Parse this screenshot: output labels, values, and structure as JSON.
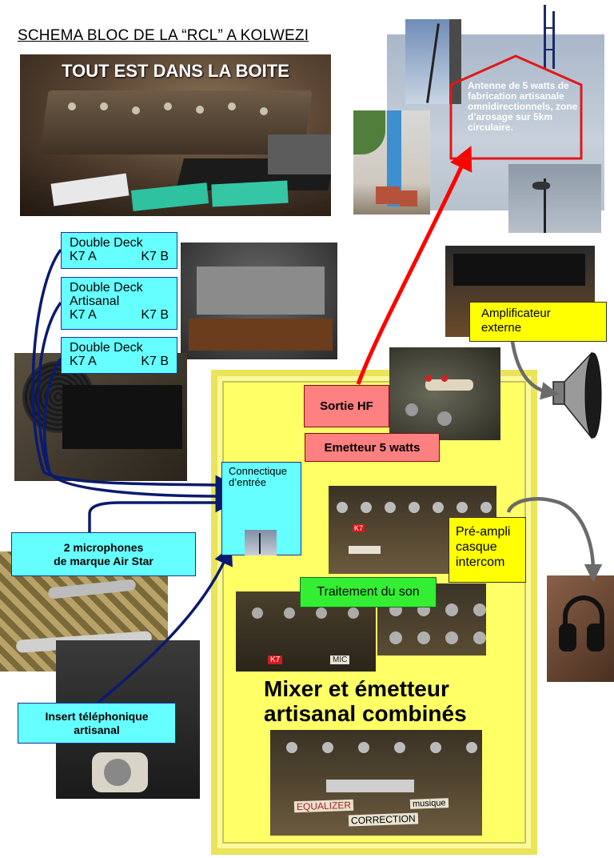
{
  "title": "SCHEMA BLOC DE LA “RCL” A KOLWEZI",
  "box_photo_caption": "TOUT EST DANS LA BOITE",
  "decks": [
    {
      "title": "Double Deck",
      "a": "K7 A",
      "b": "K7 B"
    },
    {
      "title": "Double Deck\nArtisanal",
      "a": "K7 A",
      "b": "K7 B"
    },
    {
      "title": "Double Deck",
      "a": "K7 A",
      "b": "K7 B"
    }
  ],
  "antenna_note": "Antenne de 5 watts de fabrication artisanale omnidirectionnels, zone d’arosage sur 5km circulaire.",
  "amplifier_label": "Amplificateur\nexterne",
  "sortie_label": "Sortie HF",
  "emetteur_label": "Emetteur 5 watts",
  "connectique_label": "Connectique\nd’entrée",
  "microphones_label": "2 microphones\nde marque Air Star",
  "preampli_label": "Pré-ampli\ncasque\nintercom",
  "traitement_label": "Traitement du son",
  "mixer_label": "Mixer et émetteur\nartisanal combinés",
  "insert_label": "Insert téléphonique\nartisanal",
  "panel_marks": {
    "k7": "K7",
    "mic": "MIC",
    "equalizer": "EQUALIZER",
    "musique": "musique",
    "correction": "CORRECTION"
  },
  "colors": {
    "label_cyan": "#66ffff",
    "label_pink": "#ff8080",
    "label_yellow": "#ffff00",
    "label_green": "#33ee33",
    "mixer_panel": "#ffff66",
    "antenna_link": "#ff0000",
    "input_links": "#0a1a6e",
    "output_links": "#6b6b6b"
  },
  "icons": [
    "speaker-icon"
  ]
}
